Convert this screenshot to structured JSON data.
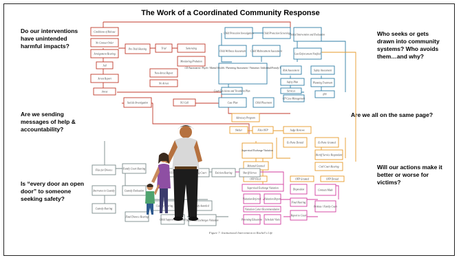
{
  "slide": {
    "title": "The Work of a Coordinated Community Response",
    "questions": {
      "q1": "Do our interventions have unintended harmful impacts?",
      "q2": "Are we sending messages of help & accountability?",
      "q3": "Is “every door an open door” to someone seeking safety?",
      "q4": "Who seeks or gets drawn into community systems? Who avoids them…and why?",
      "q5": "Are we all on the same page?",
      "q6": "Will our actions make it better or worse for victims?"
    }
  },
  "diagram": {
    "caption": "Figure 7: Institutional Intervention in Rachel's Life",
    "nodes": {
      "n_release": "Conditions of Release",
      "n_nocontact": "No Contact Order",
      "n_arraign": "Arraignment Hearing",
      "n_jail": "Jail",
      "n_arrest": "Arrest Report",
      "n_arrest2": "Arrest",
      "n_pretrial": "Pre-Trial Hearing",
      "n_trial": "Trial",
      "n_sentencing": "Sentencing",
      "n_monitoring": "Monitoring Probation",
      "n_nonarrest": "Non-Arrest Report",
      "n_noarrest": "No Arrest",
      "n_suicide": "Suicide Investigation",
      "n_911": "911 Call",
      "n_cp_invest": "Child Protection Investigation",
      "n_cp_screen": "Child Protection Screening",
      "n_intake": "Initial Intervention and Evaluation",
      "n_child_welfare": "Child Wellness Assessment",
      "n_maltreat": "Child Maltreatment Assessment",
      "n_le_notify": "Law Enforcement Notified",
      "n_risk": "Risk Assessment",
      "n_safety": "Safety Assessment",
      "n_safetyplan": "Safety Plan",
      "n_planning": "Planning Treatment",
      "n_caseplan": "Case Plan",
      "n_services": "Services",
      "n_cpcase": "CP Case Management",
      "n_ipv": "IPV",
      "n_court": "Court Decisions and Treatment Plan",
      "n_child_placed": "Child Placement",
      "n_cp_list": "CD Assessment / Psych / Mental Health / Parenting Assessment / Visitation / Individual/Family Therapy / DV Classes",
      "n_advocacy": "Advocacy Program",
      "n_shelter": "Shelter",
      "n_ofp": "Files OFP",
      "n_judge": "Judge Reviews",
      "n_exparte_denied": "Ex Parte Denied",
      "n_exparte_granted": "Ex Parte Granted",
      "n_sheriff": "Sheriff Service Respondent",
      "n_civil": "Civil Court Hearing",
      "n_supervised": "Supervised Exchange Visitation",
      "n_rebuttal": "Rebuttal Granted",
      "n_ofp_filed": "OFP Filed",
      "n_ofp_granted": "OFP Granted",
      "n_ofp_denied": "OFP Denied",
      "n_divorce": "Files for Divorce",
      "n_family": "Family Court Hearing",
      "n_intervene": "Intervenes in Custody",
      "n_custody_eval": "Custody Evaluation",
      "n_custody_hear": "Custody Hearing",
      "n_final": "Final Divorce Hearing",
      "n_child_support": "Child Support Established",
      "n_custody_award": "Custody Awarded",
      "n_sup_exch": "Supervised Exchanges Visitation",
      "n_custody_hearing2": "Custody Hearing",
      "n_landlord": "Landlord Files Eviction",
      "n_housing": "Housing Court",
      "n_eviction": "Eviction Hearing",
      "n_sheriff2": "Sheriff Serves",
      "n_sup_exch2": "Supervised Exchange Visitation",
      "n_visit_ref": "Visitation Referral",
      "n_visit_report": "Visitation Report",
      "n_parent_ed": "Parenting Education",
      "n_visit_center": "Visitation Center Recommendation",
      "n_sched": "Schedule Visits",
      "n_dispo": "Disposition",
      "n_final2": "Final Hearing",
      "n_report": "Report to Court",
      "n_contacts": "Contacts Made",
      "n_probate": "Probate / Family Court"
    }
  }
}
